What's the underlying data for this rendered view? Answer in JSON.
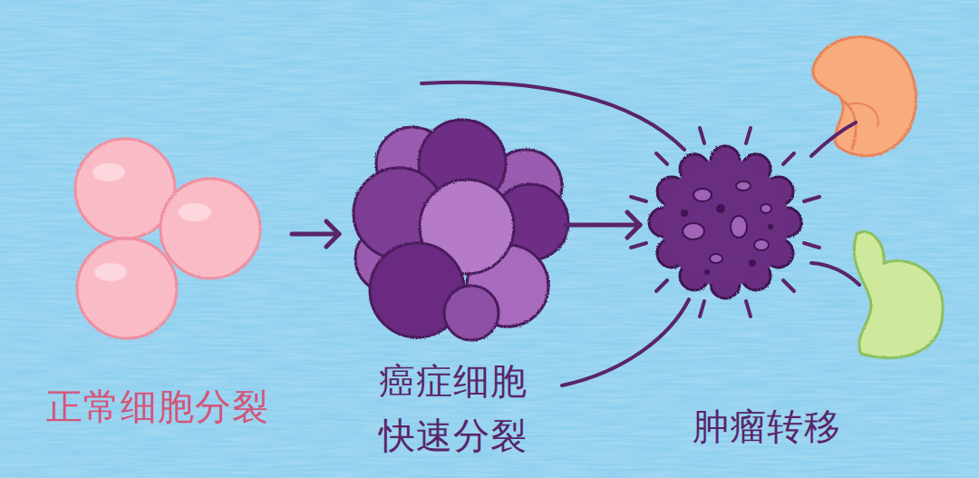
{
  "diagram": {
    "nodes": [
      {
        "text": [
          "正常细胞分裂"
        ]
      },
      {
        "text": [
          "癌症细胞 快速分裂"
        ]
      },
      {
        "text": [
          "肿瘤转移"
        ]
      }
    ],
    "edges": [
      {
        "from": 0,
        "to": 1,
        "arrow": "to"
      },
      {
        "from": 1,
        "to": 2,
        "arrow": "to"
      }
    ]
  }
}
